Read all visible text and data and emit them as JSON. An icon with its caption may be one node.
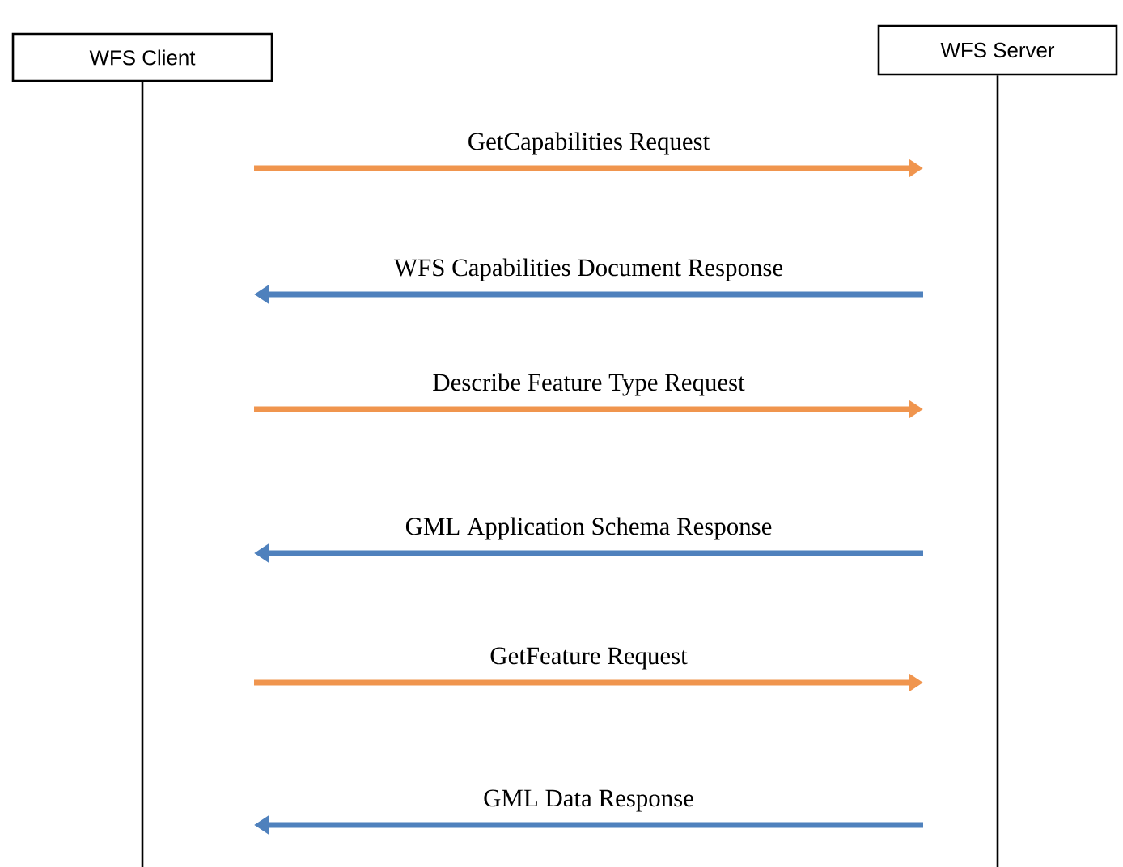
{
  "diagram": {
    "nodes": [
      {
        "text": [
          "WFS Client"
        ]
      },
      {
        "text": [
          "WFS Server"
        ]
      }
    ],
    "edges": [
      {
        "from": 0,
        "to": 1,
        "arrow": "to",
        "label": "GetCapabilities Request",
        "color": "#f0954e"
      },
      {
        "from": 1,
        "to": 0,
        "arrow": "to",
        "label": "WFS Capabilities Document Response",
        "color": "#4f81bd"
      },
      {
        "from": 0,
        "to": 1,
        "arrow": "to",
        "label": "Describe Feature Type Request",
        "color": "#f0954e"
      },
      {
        "from": 1,
        "to": 0,
        "arrow": "to",
        "label": "GML Application Schema Response",
        "color": "#4f81bd"
      },
      {
        "from": 0,
        "to": 1,
        "arrow": "to",
        "label": "GetFeature Request",
        "color": "#f0954e"
      },
      {
        "from": 1,
        "to": 0,
        "arrow": "to",
        "label": "GML Data Response",
        "color": "#4f81bd"
      }
    ]
  }
}
